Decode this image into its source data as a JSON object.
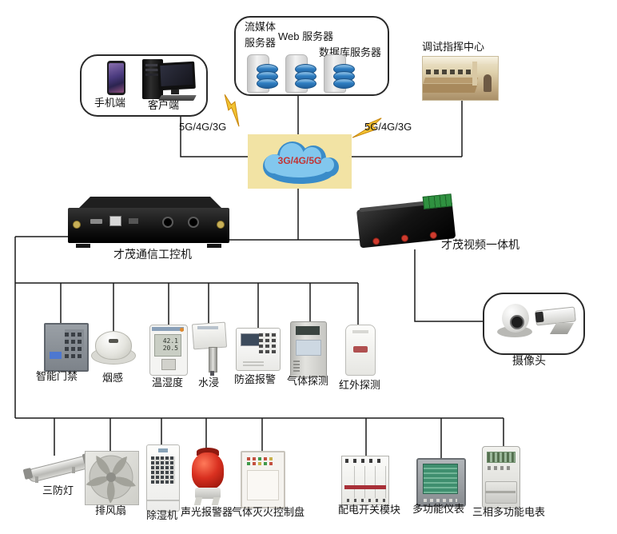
{
  "client_box": {
    "phone_label": "手机端",
    "desktop_label": "客户端"
  },
  "server_box": {
    "server1_line1": "流媒体",
    "server1_line2": "服务器",
    "server2_label": "Web 服务器",
    "server3_label": "数据库服务器"
  },
  "command_center": {
    "label": "调试指挥中心"
  },
  "network": {
    "cloud_label": "3G/4G/5G",
    "left_link_label": "5G/4G/3G",
    "right_link_label": "5G/4G/3G"
  },
  "core_devices": {
    "gateway_label": "才茂通信工控机",
    "video_label": "才茂视频一体机",
    "camera_label": "摄像头"
  },
  "sensors": [
    {
      "label": "智能门禁"
    },
    {
      "label": "烟感"
    },
    {
      "label": "温湿度"
    },
    {
      "label": "水浸"
    },
    {
      "label": "防盗报警"
    },
    {
      "label": "气体探测"
    },
    {
      "label": "红外探测"
    }
  ],
  "actuators": [
    {
      "label": "三防灯"
    },
    {
      "label": "排风扇"
    },
    {
      "label": "除湿机"
    },
    {
      "label": "声光报警器"
    },
    {
      "label": "气体灭火控制盘"
    },
    {
      "label": "配电开关模块"
    },
    {
      "label": "多功能仪表"
    },
    {
      "label": "三相多功能电表"
    }
  ],
  "temp_sensor_display": {
    "humidity": "42.1",
    "temp": "20.5"
  },
  "colors": {
    "cloud_bg": "#f2e3a4",
    "cloud_text": "#c23434",
    "cloud_blue_dark": "#3a8cc9",
    "cloud_blue_light": "#82c7ee",
    "lightning": "#f1c232",
    "wire": "#1a1a1a",
    "disk_blue": "#2f7ec2",
    "alarm_red": "#d93020",
    "terminal_green": "#2f9140"
  }
}
